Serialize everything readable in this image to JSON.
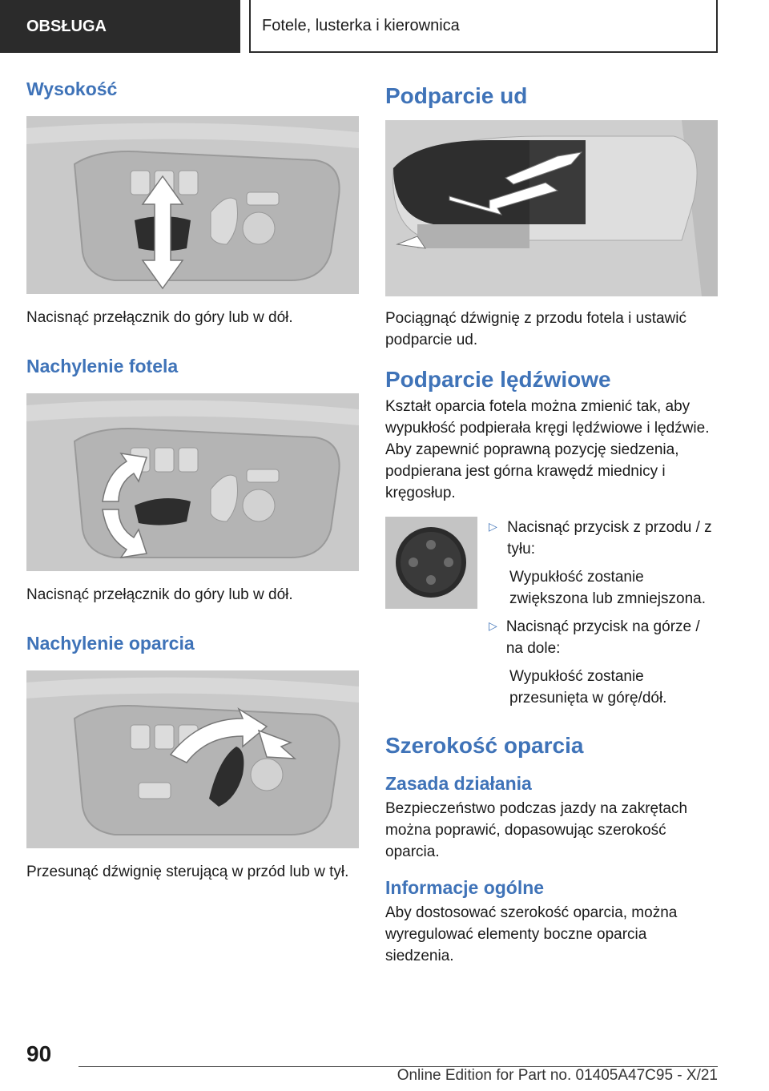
{
  "header": {
    "section": "OBSŁUGA",
    "chapter": "Fotele, lusterka i kierownica"
  },
  "left": {
    "height": {
      "title": "Wysokość",
      "text": "Nacisnąć przełącznik do góry lub w dół."
    },
    "seat_tilt": {
      "title": "Nachylenie fotela",
      "text": "Nacisnąć przełącznik do góry lub w dół."
    },
    "backrest_tilt": {
      "title": "Nachylenie oparcia",
      "text": "Przesunąć dźwignię sterującą w przód lub w tył."
    }
  },
  "right": {
    "thigh_support": {
      "title": "Podparcie ud",
      "text": "Pociągnąć dźwignię z przodu fotela i ustawić podparcie ud."
    },
    "lumbar": {
      "title": "Podparcie lędźwiowe",
      "text": "Kształt oparcia fotela można zmienić tak, aby wypukłość podpierała kręgi lędźwiowe i lędźwie. Aby zapewnić poprawną pozycję siedzenia, podpierana jest górna krawędź miednicy i kręgosłup.",
      "step1": "Nacisnąć przycisk z przodu / z tyłu:",
      "result1": "Wypukłość zostanie zwiększona lub zmniejszona.",
      "step2": "Nacisnąć przycisk na górze / na dole:",
      "result2": "Wypukłość zostanie przesunięta w górę/dół."
    },
    "backrest_width": {
      "title": "Szerokość oparcia",
      "principle_title": "Zasada działania",
      "principle_text": "Bezpieczeństwo podczas jazdy na zakrętach można poprawić, dopasowując szerokość oparcia.",
      "general_title": "Informacje ogólne",
      "general_text": "Aby dostosować szerokość oparcia, można wyregulować elementy boczne oparcia siedzenia."
    }
  },
  "footer": {
    "page": "90",
    "edition": "Online Edition for Part no. 01405A47C95 - X/21"
  }
}
